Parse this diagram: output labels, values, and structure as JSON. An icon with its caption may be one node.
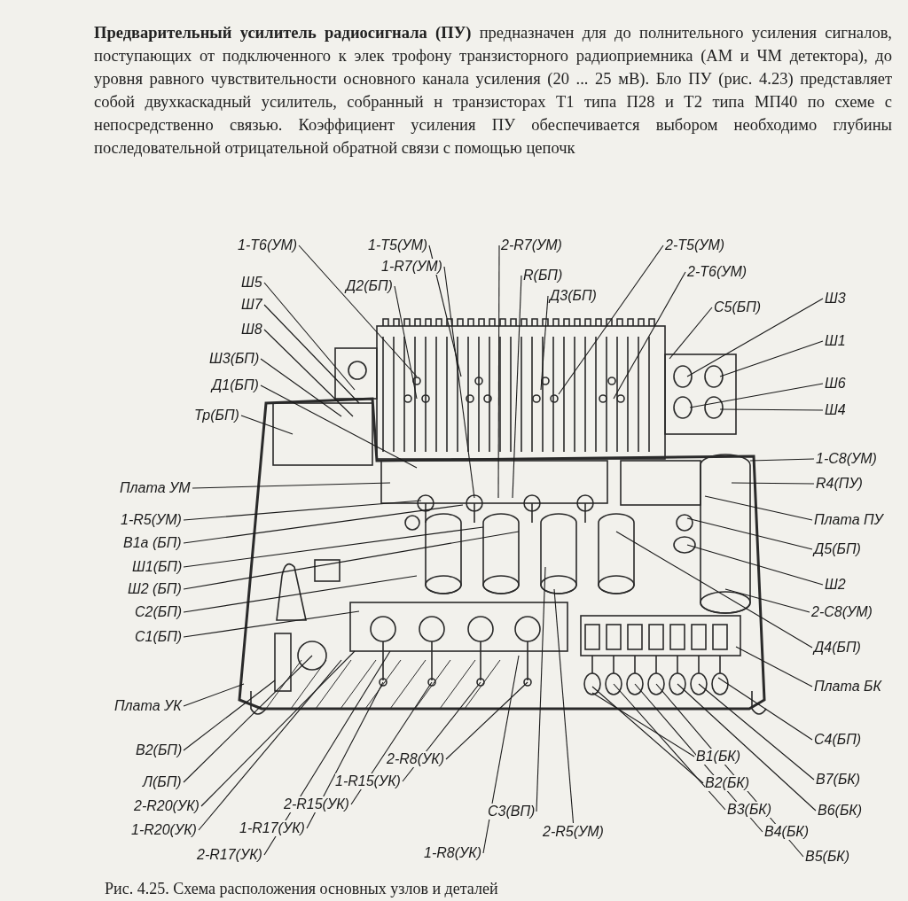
{
  "diagram": {
    "caption": "Рис. 4.25. Схема расположения основных узлов и деталей",
    "nodes": [
      {
        "text": [
          "1-Т6(УМ)"
        ]
      },
      {
        "text": [
          "Ш5"
        ]
      },
      {
        "text": [
          "Ш7"
        ]
      },
      {
        "text": [
          "Ш8"
        ]
      },
      {
        "text": [
          "Ш3(БП)"
        ]
      },
      {
        "text": [
          "Д1(БП)"
        ]
      },
      {
        "text": [
          "Тр(БП)"
        ]
      },
      {
        "text": [
          "1-Т5(УМ)"
        ]
      },
      {
        "text": [
          "1-R7(УМ)"
        ]
      },
      {
        "text": [
          "Д2(БП)"
        ]
      },
      {
        "text": [
          "2-R7(УМ)"
        ]
      },
      {
        "text": [
          "R(БП)"
        ]
      },
      {
        "text": [
          "Д3(БП)"
        ]
      },
      {
        "text": [
          "2-Т5(УМ)"
        ]
      },
      {
        "text": [
          "2-Т6(УМ)"
        ]
      },
      {
        "text": [
          "С5(БП)"
        ]
      },
      {
        "text": [
          "Ш3"
        ]
      },
      {
        "text": [
          "Ш1"
        ]
      },
      {
        "text": [
          "Ш6"
        ]
      },
      {
        "text": [
          "Ш4"
        ]
      },
      {
        "text": [
          "Плата УМ"
        ]
      },
      {
        "text": [
          "1-R5(УМ)"
        ]
      },
      {
        "text": [
          "В1а (БП)"
        ]
      },
      {
        "text": [
          "Ш1(БП)"
        ]
      },
      {
        "text": [
          "Ш2 (БП)"
        ]
      },
      {
        "text": [
          "С2(БП)"
        ]
      },
      {
        "text": [
          "С1(БП)"
        ]
      },
      {
        "text": [
          "Плата УК"
        ]
      },
      {
        "text": [
          "1-С8(УМ)"
        ]
      },
      {
        "text": [
          "R4(ПУ)"
        ]
      },
      {
        "text": [
          "Плата ПУ"
        ]
      },
      {
        "text": [
          "Д5(БП)"
        ]
      },
      {
        "text": [
          "Ш2"
        ]
      },
      {
        "text": [
          "2-С8(УМ)"
        ]
      },
      {
        "text": [
          "Д4(БП)"
        ]
      },
      {
        "text": [
          "Плата БК"
        ]
      },
      {
        "text": [
          "С4(БП)"
        ]
      },
      {
        "text": [
          "В7(БК)"
        ]
      },
      {
        "text": [
          "В6(БК)"
        ]
      },
      {
        "text": [
          "В5(БК)"
        ]
      },
      {
        "text": [
          "В4(БК)"
        ]
      },
      {
        "text": [
          "В3(БК)"
        ]
      },
      {
        "text": [
          "В2(БК)"
        ]
      },
      {
        "text": [
          "В1(БК)"
        ]
      },
      {
        "text": [
          "2-R5(УМ)"
        ]
      },
      {
        "text": [
          "С3(ВП)"
        ]
      },
      {
        "text": [
          "1-R8(УК)"
        ]
      },
      {
        "text": [
          "2-R8(УК)"
        ]
      },
      {
        "text": [
          "1-R15(УК)"
        ]
      },
      {
        "text": [
          "2-R15(УК)"
        ]
      },
      {
        "text": [
          "1-R17(УК)"
        ]
      },
      {
        "text": [
          "2-R17(УК)"
        ]
      },
      {
        "text": [
          "В2(БП)"
        ]
      },
      {
        "text": [
          "Л(БП)"
        ]
      },
      {
        "text": [
          "2-R20(УК)"
        ]
      },
      {
        "text": [
          "1-R20(УК)"
        ]
      }
    ],
    "edges": [
      {
        "from": 0,
        "to": null,
        "arrow": "none"
      },
      {
        "from": 1,
        "to": null,
        "arrow": "none"
      },
      {
        "from": 2,
        "to": null,
        "arrow": "none"
      },
      {
        "from": 3,
        "to": null,
        "arrow": "none"
      },
      {
        "from": 4,
        "to": null,
        "arrow": "none"
      },
      {
        "from": 5,
        "to": null,
        "arrow": "none"
      },
      {
        "from": 6,
        "to": null,
        "arrow": "none"
      },
      {
        "from": 7,
        "to": null,
        "arrow": "none"
      },
      {
        "from": 8,
        "to": null,
        "arrow": "none"
      },
      {
        "from": 9,
        "to": null,
        "arrow": "none"
      },
      {
        "from": 10,
        "to": null,
        "arrow": "none"
      },
      {
        "from": 11,
        "to": null,
        "arrow": "none"
      },
      {
        "from": 12,
        "to": null,
        "arrow": "none"
      },
      {
        "from": 13,
        "to": null,
        "arrow": "none"
      },
      {
        "from": 14,
        "to": null,
        "arrow": "none"
      },
      {
        "from": 15,
        "to": null,
        "arrow": "none"
      },
      {
        "from": 16,
        "to": null,
        "arrow": "none"
      },
      {
        "from": 17,
        "to": null,
        "arrow": "none"
      },
      {
        "from": 18,
        "to": null,
        "arrow": "none"
      },
      {
        "from": 19,
        "to": null,
        "arrow": "none"
      },
      {
        "from": 20,
        "to": null,
        "arrow": "none"
      },
      {
        "from": 21,
        "to": null,
        "arrow": "none"
      },
      {
        "from": 22,
        "to": null,
        "arrow": "none"
      },
      {
        "from": 23,
        "to": null,
        "arrow": "none"
      },
      {
        "from": 24,
        "to": null,
        "arrow": "none"
      },
      {
        "from": 25,
        "to": null,
        "arrow": "none"
      },
      {
        "from": 26,
        "to": null,
        "arrow": "none"
      },
      {
        "from": 27,
        "to": null,
        "arrow": "none"
      },
      {
        "from": 28,
        "to": null,
        "arrow": "none"
      },
      {
        "from": 29,
        "to": null,
        "arrow": "none"
      },
      {
        "from": 30,
        "to": null,
        "arrow": "none"
      },
      {
        "from": 31,
        "to": null,
        "arrow": "none"
      },
      {
        "from": 32,
        "to": null,
        "arrow": "none"
      },
      {
        "from": 33,
        "to": null,
        "arrow": "none"
      },
      {
        "from": 34,
        "to": null,
        "arrow": "none"
      },
      {
        "from": 35,
        "to": null,
        "arrow": "none"
      },
      {
        "from": 36,
        "to": null,
        "arrow": "none"
      },
      {
        "from": 37,
        "to": null,
        "arrow": "none"
      },
      {
        "from": 38,
        "to": null,
        "arrow": "none"
      },
      {
        "from": 39,
        "to": null,
        "arrow": "none"
      },
      {
        "from": 40,
        "to": null,
        "arrow": "none"
      },
      {
        "from": 41,
        "to": null,
        "arrow": "none"
      },
      {
        "from": 42,
        "to": null,
        "arrow": "none"
      },
      {
        "from": 43,
        "to": null,
        "arrow": "none"
      },
      {
        "from": 44,
        "to": null,
        "arrow": "none"
      },
      {
        "from": 45,
        "to": null,
        "arrow": "none"
      },
      {
        "from": 46,
        "to": null,
        "arrow": "none"
      },
      {
        "from": 47,
        "to": null,
        "arrow": "none"
      },
      {
        "from": 48,
        "to": null,
        "arrow": "none"
      },
      {
        "from": 49,
        "to": null,
        "arrow": "none"
      },
      {
        "from": 50,
        "to": null,
        "arrow": "none"
      },
      {
        "from": 51,
        "to": null,
        "arrow": "none"
      },
      {
        "from": 52,
        "to": null,
        "arrow": "none"
      },
      {
        "from": 53,
        "to": null,
        "arrow": "none"
      },
      {
        "from": 54,
        "to": null,
        "arrow": "none"
      },
      {
        "from": 55,
        "to": null,
        "arrow": "none"
      }
    ],
    "labels": [
      "**Предварительный усилитель радиосигнала (ПУ)** предназначен для до полнительного усиления сигналов, поступающих от подключенного к элек трофону транзисторного радиоприемника (АМ и ЧМ детектора), до уровня равного чувствительности основного канала усиления (20 ... 25 мВ). Бло ПУ (рис. 4.23) представляет собой двухкаскадный усилитель, собранный н транзисторах Т1 типа П28 и Т2 типа МП40 по схеме с непосредственно связью. Коэффициент усиления ПУ обеспечивается выбором необходимо глубины последовательной отрицательной обратной связи с помощью цепочк"
    ]
  }
}
